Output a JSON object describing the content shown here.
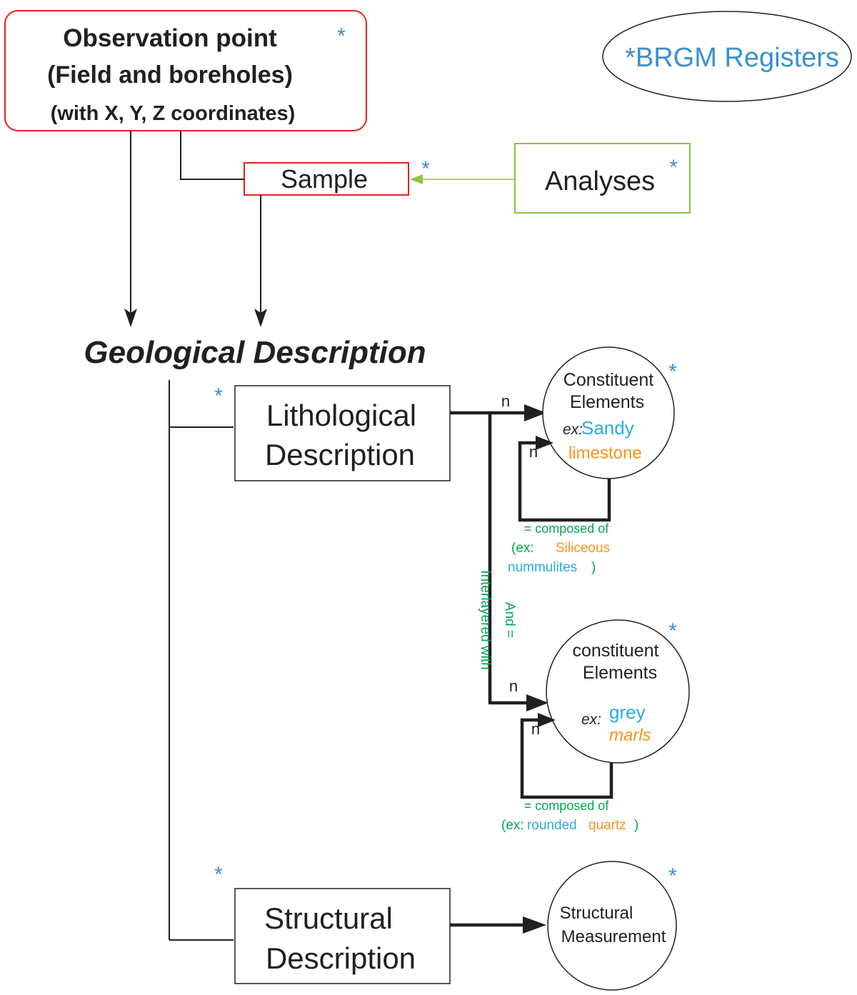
{
  "observation_point": {
    "line1": "Observation point",
    "line2": "(Field and boreholes)",
    "line3": "(with X, Y, Z coordinates)"
  },
  "registers_legend": "*BRGM Registers",
  "asterisk": "*",
  "sample": "Sample",
  "analyses": "Analyses",
  "geological_description": "Geological Description",
  "lithological_description": {
    "line1": "Lithological",
    "line2": "Description"
  },
  "structural_description": {
    "line1": "Structural",
    "line2": "Description"
  },
  "constituent_1": {
    "line1": "Constituent",
    "line2": "Elements",
    "ex_prefix": "ex:",
    "ex_word1": "Sandy",
    "ex_word2": "limestone"
  },
  "constituent_2": {
    "line1": "constituent",
    "line2": "Elements",
    "ex_prefix": "ex:",
    "ex_word1": "grey",
    "ex_word2": "marls"
  },
  "structural_measurement": {
    "line1": "Structural",
    "line2": "Measurement"
  },
  "cardinality": "n",
  "composed_1": {
    "line1": "= composed of",
    "ex_open": "(ex:",
    "word1": "Siliceous",
    "word2": "nummulites",
    "close": ")"
  },
  "composed_2": {
    "line1": "= composed of",
    "ex_open": "(ex:",
    "word1": "rounded",
    "word2": "quartz",
    "close": ")"
  },
  "interlayered": {
    "line1": "And =",
    "line2": "Interlayered with"
  },
  "colors": {
    "black": "#231f20",
    "red_box": "#e2231a",
    "green_box": "#8cc63f",
    "blue_text": "#29abe2",
    "orange_text": "#f7941d",
    "green_text": "#00a651"
  }
}
